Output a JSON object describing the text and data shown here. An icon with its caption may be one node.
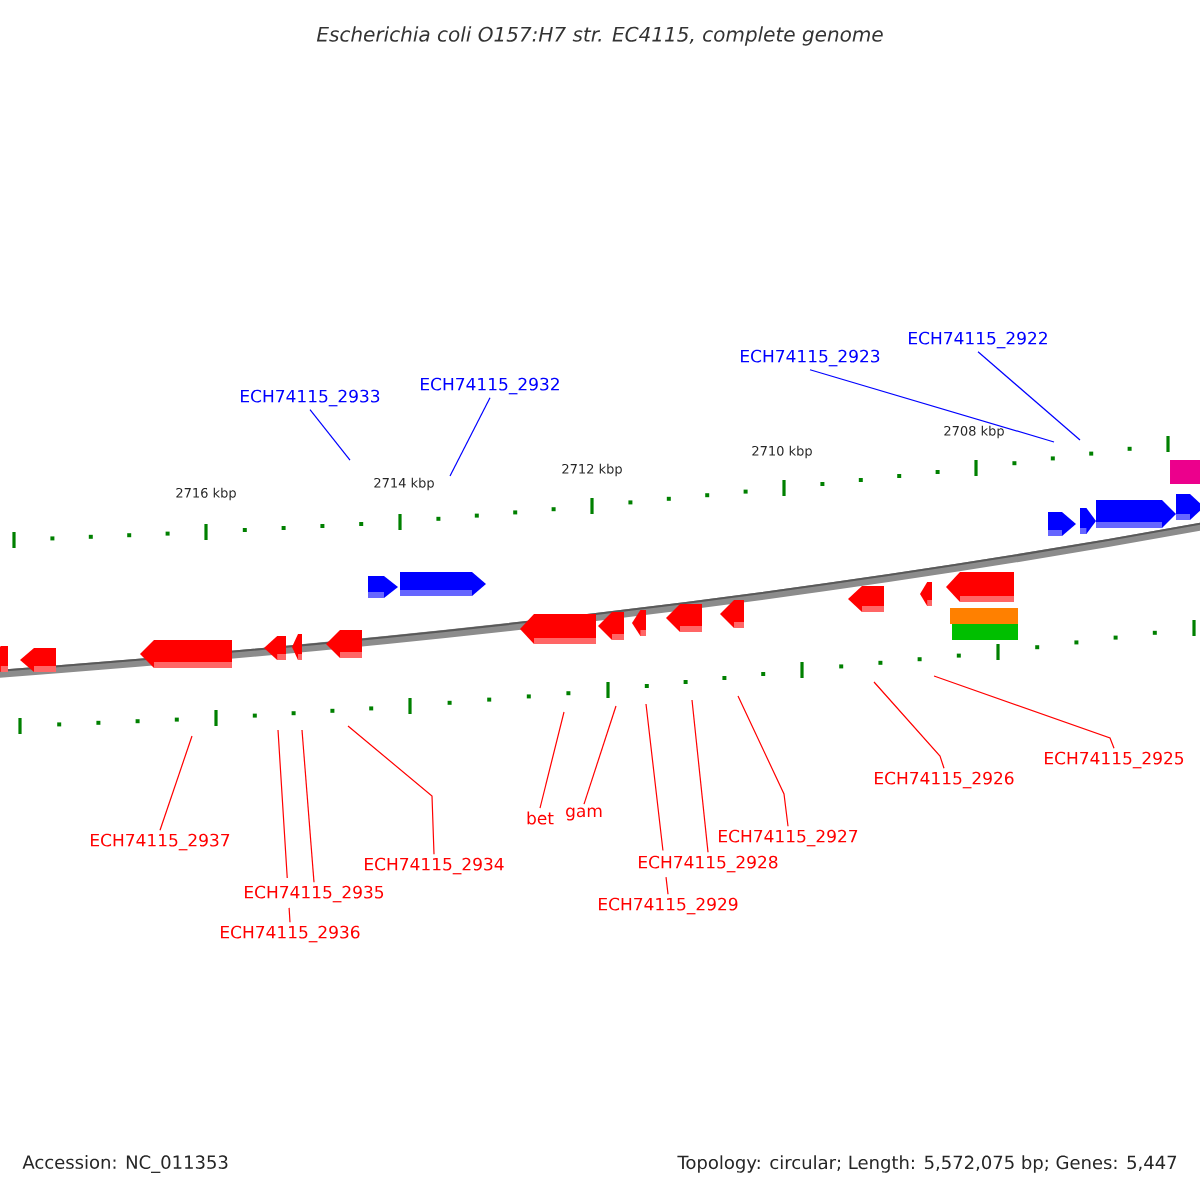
{
  "diagram": {
    "title": "Escherichia coli O157:H7 str. EC4115, complete genome",
    "nodes": [
      {
        "text": [
          "ECH74115_2933"
        ]
      },
      {
        "text": [
          "ECH74115_2932"
        ]
      },
      {
        "text": [
          "ECH74115_2923"
        ]
      },
      {
        "text": [
          "ECH74115_2922"
        ]
      },
      {
        "text": [
          "ECH74115_2937"
        ]
      },
      {
        "text": [
          "ECH74115_2935"
        ]
      },
      {
        "text": [
          "ECH74115_2936"
        ]
      },
      {
        "text": [
          "ECH74115_2934"
        ]
      },
      {
        "text": [
          "bet"
        ]
      },
      {
        "text": [
          "gam"
        ]
      },
      {
        "text": [
          "ECH74115_2929"
        ]
      },
      {
        "text": [
          "ECH74115_2928"
        ]
      },
      {
        "text": [
          "ECH74115_2927"
        ]
      },
      {
        "text": [
          "ECH74115_2926"
        ]
      },
      {
        "text": [
          "ECH74115_2925"
        ]
      }
    ],
    "edges": [
      {
        "from": 0,
        "to": null,
        "arrow": "none",
        "color": "#0000ff"
      },
      {
        "from": 1,
        "to": null,
        "arrow": "none",
        "color": "#0000ff"
      },
      {
        "from": 2,
        "to": null,
        "arrow": "none",
        "color": "#0000ff"
      },
      {
        "from": 3,
        "to": null,
        "arrow": "none",
        "color": "#0000ff"
      },
      {
        "from": 4,
        "to": null,
        "arrow": "none"
      },
      {
        "from": 5,
        "to": null,
        "arrow": "none"
      },
      {
        "from": 6,
        "to": null,
        "arrow": "none"
      },
      {
        "from": 7,
        "to": null,
        "arrow": "none"
      },
      {
        "from": 8,
        "to": null,
        "arrow": "none"
      },
      {
        "from": 9,
        "to": null,
        "arrow": "none"
      },
      {
        "from": 10,
        "to": null,
        "arrow": "none"
      },
      {
        "from": 11,
        "to": null,
        "arrow": "none"
      },
      {
        "from": 12,
        "to": null,
        "arrow": "none"
      },
      {
        "from": 13,
        "to": null,
        "arrow": "none"
      },
      {
        "from": 14,
        "to": null,
        "arrow": "none"
      }
    ],
    "labels": [
      "2716 kbp",
      "2714 kbp",
      "2712 kbp",
      "2710 kbp",
      "2708 kbp",
      "Accession: NC_011353",
      "Topology: circular; Length: 5,572,075 bp; Genes: 5,447"
    ]
  }
}
